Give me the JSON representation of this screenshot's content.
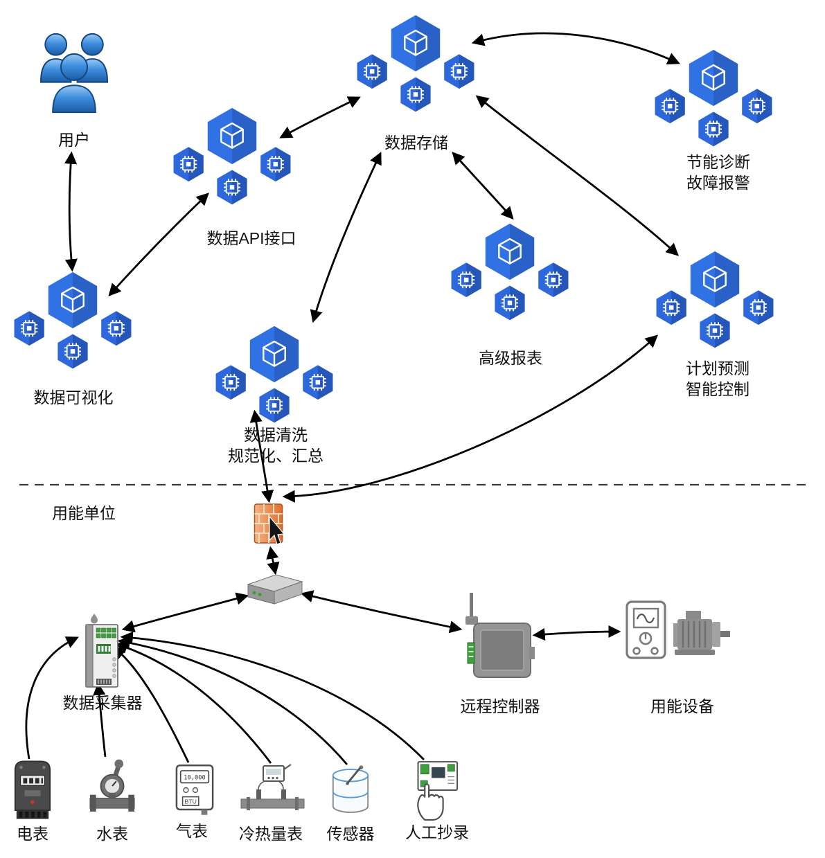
{
  "colors": {
    "service_hex_big": "#3071E3",
    "service_hex_small": "#2D68DC",
    "arrow": "#000000",
    "firewall_orange_light": "#F6B183",
    "firewall_orange_dark": "#E0702E",
    "pcb_green": "#3F9E3F",
    "device_gray": "#8A8A8A",
    "user_blue": "#3E8EDE",
    "sensor_blue": "#5B9BD5"
  },
  "zone": {
    "label": "用能单位"
  },
  "services": {
    "user": {
      "label": "用户"
    },
    "api": {
      "label": "数据API接口"
    },
    "storage": {
      "label": "数据存储"
    },
    "diagnosis": {
      "label_line1": "节能诊断",
      "label_line2": "故障报警"
    },
    "visualization": {
      "label": "数据可视化"
    },
    "cleaning": {
      "label_line1": "数据清洗",
      "label_line2": "规范化、汇总"
    },
    "reports": {
      "label": "高级报表"
    },
    "prediction": {
      "label_line1": "计划预测",
      "label_line2": "智能控制"
    }
  },
  "devices": {
    "collector": {
      "label": "数据采集器"
    },
    "remote_controller": {
      "label": "远程控制器"
    },
    "equipment": {
      "label": "用能设备"
    },
    "electric_meter": {
      "label": "电表"
    },
    "water_meter": {
      "label": "水表"
    },
    "gas_meter": {
      "label": "气表",
      "display": "10,000",
      "unit": "BTU"
    },
    "heat_meter": {
      "label": "冷热量表"
    },
    "sensor": {
      "label": "传感器"
    },
    "manual_entry": {
      "label": "人工抄录"
    }
  }
}
